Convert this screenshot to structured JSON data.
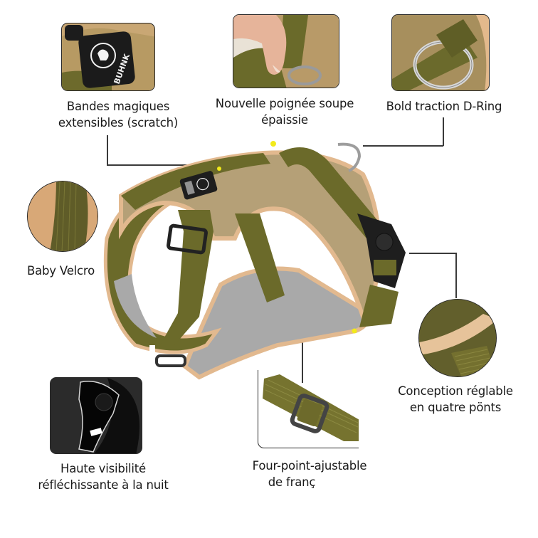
{
  "product": {
    "name": "Dog harness",
    "brand_patch": "BUHNK",
    "colors": {
      "webbing": "#6b6b24",
      "body": "#b9a27a",
      "trim": "#e3bc93",
      "mesh": "#a8a8a8",
      "buckle": "#1e1e1e",
      "marker": "#f2ea1a"
    }
  },
  "callouts": [
    {
      "id": "magic-bands",
      "lines": [
        "Bandes magiques",
        "extensibles (scratch)"
      ],
      "icon": "logo-patch-thumbnail"
    },
    {
      "id": "handle",
      "lines": [
        "Nouvelle poignée soupe",
        "épaissie"
      ],
      "icon": "handle-thumbnail"
    },
    {
      "id": "d-ring",
      "lines": [
        "Bold traction D-Ring"
      ],
      "icon": "d-ring-thumbnail"
    },
    {
      "id": "velcro",
      "lines": [
        "Baby Velcro"
      ],
      "icon": "velcro-circle"
    },
    {
      "id": "adjustable",
      "lines": [
        "Conception réglable",
        "en quatre pönts"
      ],
      "icon": "fabric-circle"
    },
    {
      "id": "reflective",
      "lines": [
        "Haute visibilité",
        "réfléchissante à la nuit"
      ],
      "icon": "reflective-thumbnail"
    },
    {
      "id": "four-point",
      "lines": [
        "Four-point-ajustable",
        "de franç"
      ],
      "icon": "slider-buckle-thumbnail"
    }
  ]
}
